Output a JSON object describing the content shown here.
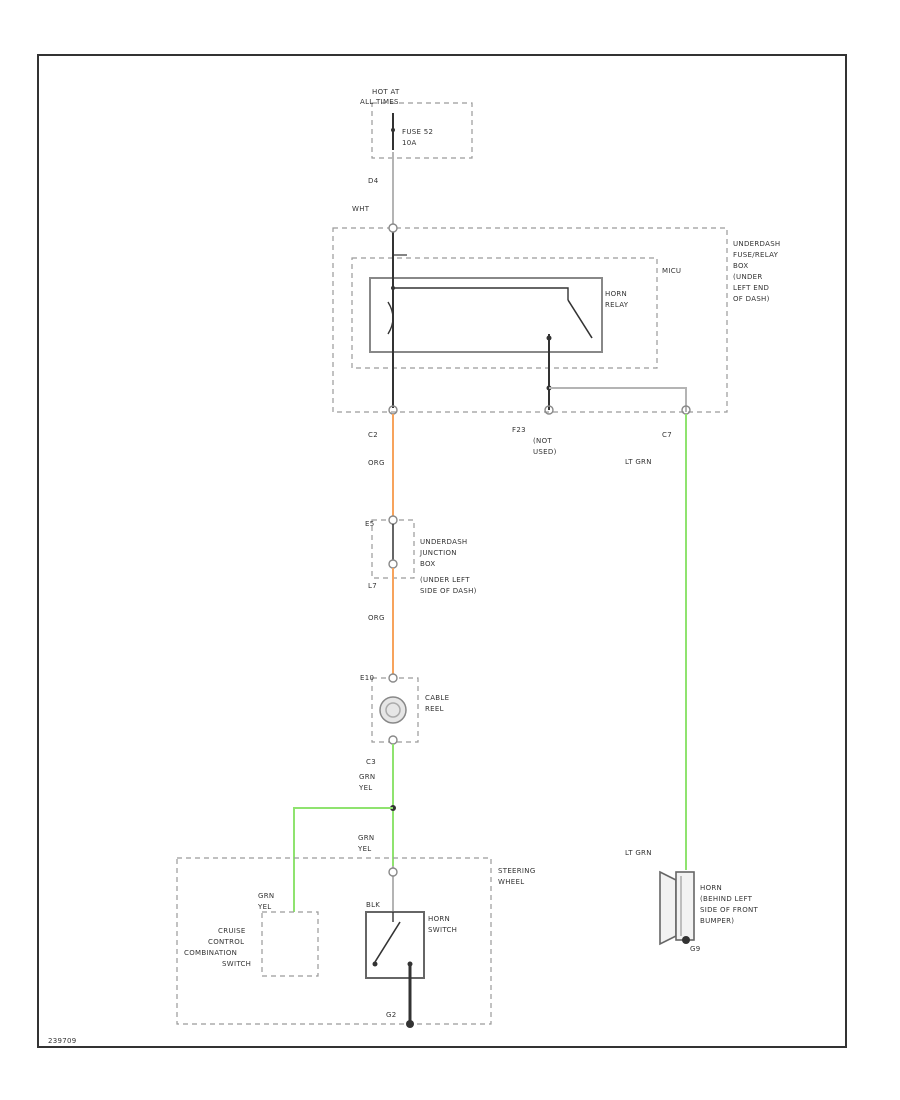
{
  "colors": {
    "frame": "#333333",
    "wire_dark": "#333333",
    "wire_white": "#b4b4b4",
    "wire_orange": "#f7a35c",
    "wire_green": "#8fe36f",
    "dashed_box": "#9a9a9a"
  },
  "power": {
    "hot_at": "HOT AT",
    "all_times": "ALL TIMES",
    "fuse": "FUSE 52",
    "fuse_amps": "10A"
  },
  "wires": {
    "d4": "D4",
    "wht": "WHT",
    "c2": "C2",
    "org": "ORG",
    "f23": "F23",
    "shot": "(NOT",
    "used": "USED)",
    "c7": "C7",
    "lt_grn": "LT GRN",
    "e5": "E5",
    "l7": "L7",
    "org2": "ORG",
    "e10": "E10",
    "c3": "C3",
    "grn": "GRN",
    "yel": "YEL",
    "grn2": "GRN",
    "yel2": "YEL",
    "grn3": "GRN",
    "yel3": "YEL",
    "blk": "BLK",
    "g2": "G2",
    "lt_grn2": "LT GRN",
    "g9": "G9"
  },
  "components": {
    "fuse_relay_box": [
      "UNDERDASH",
      "FUSE/RELAY",
      "BOX",
      "(UNDER",
      "LEFT END",
      "OF DASH)"
    ],
    "mcu": "MICU",
    "horn_relay": [
      "HORN",
      "RELAY"
    ],
    "junction_box": [
      "UNDERDASH",
      "JUNCTION",
      "BOX",
      "(UNDER LEFT",
      "SIDE OF DASH)"
    ],
    "cable_reel": [
      "CABLE",
      "REEL"
    ],
    "steering_wheel": [
      "STEERING",
      "WHEEL"
    ],
    "cruise_switch": [
      "CRUISE",
      "CONTROL",
      "COMBINATION",
      "SWITCH"
    ],
    "horn_switch": [
      "HORN",
      "SWITCH"
    ],
    "horn": [
      "HORN",
      "(BEHIND LEFT",
      "SIDE OF FRONT",
      "BUMPER)"
    ]
  },
  "footer_code": "239709"
}
